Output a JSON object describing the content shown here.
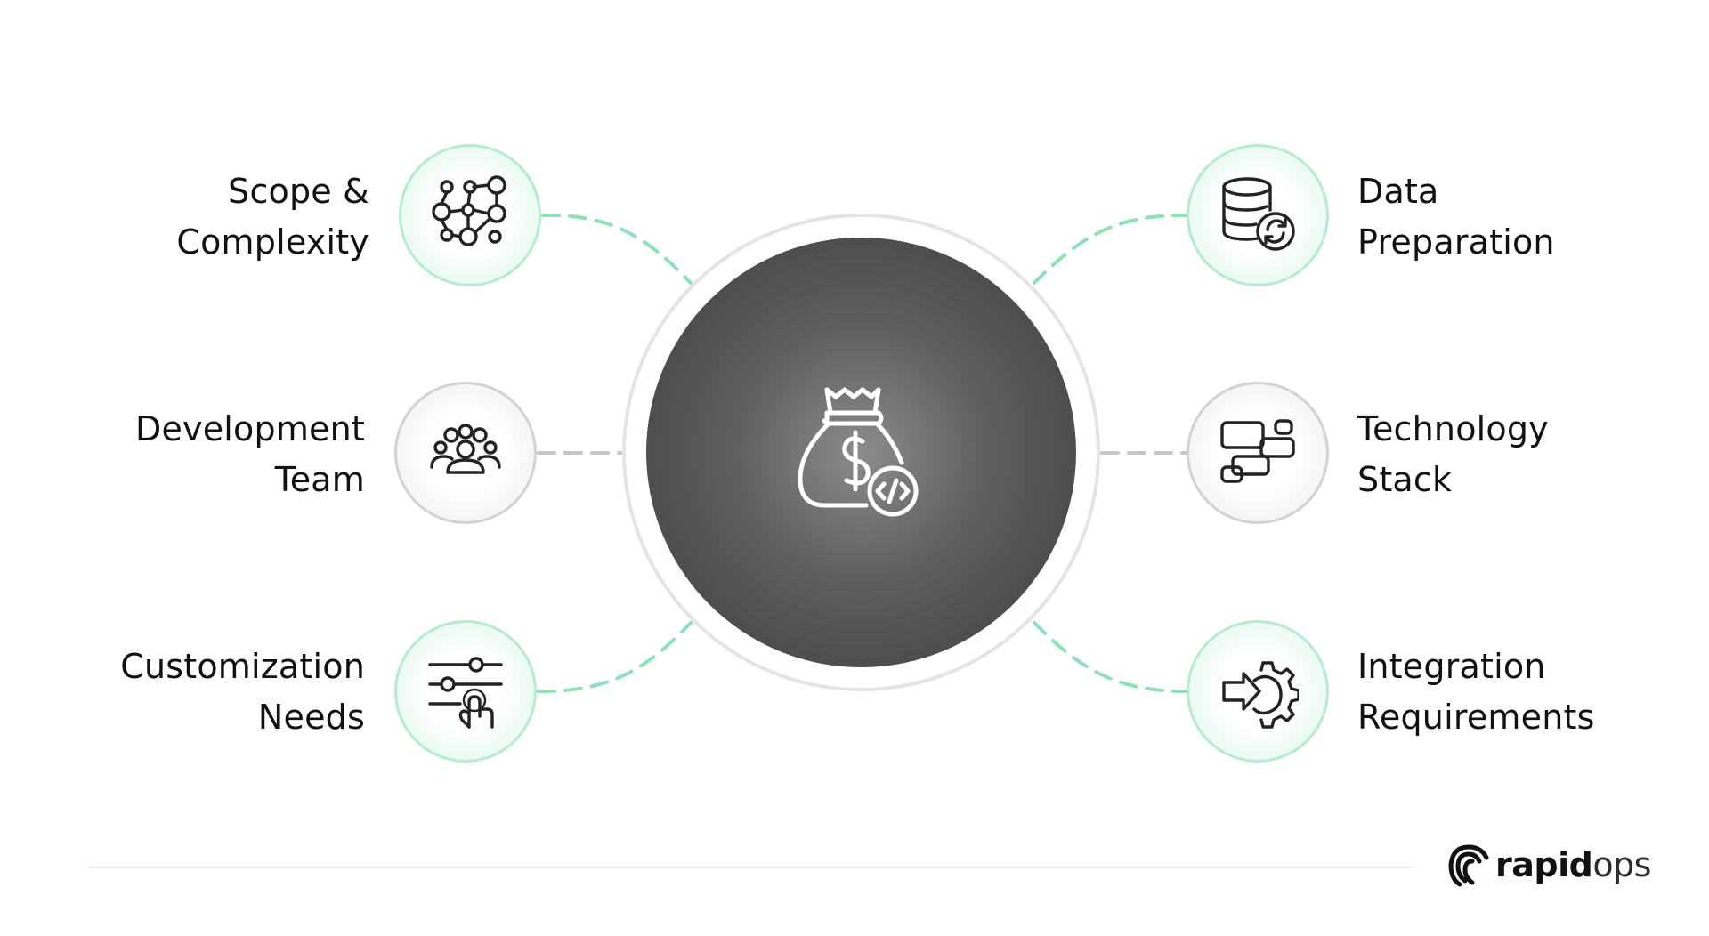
{
  "center": {
    "icon": "money-bag-code-icon"
  },
  "nodes": {
    "scope": {
      "line1": "Scope &",
      "line2": "Complexity",
      "icon": "network-graph-icon"
    },
    "team": {
      "line1": "Development",
      "line2": "Team",
      "icon": "team-icon"
    },
    "custom": {
      "line1": "Customization",
      "line2": "Needs",
      "icon": "sliders-pointer-icon"
    },
    "data": {
      "line1": "Data",
      "line2": "Preparation",
      "icon": "database-sync-icon"
    },
    "tech": {
      "line1": "Technology",
      "line2": "Stack",
      "icon": "stack-blocks-icon"
    },
    "integration": {
      "line1": "Integration",
      "line2": "Requirements",
      "icon": "arrow-gear-icon"
    }
  },
  "brand": {
    "bold": "rapid",
    "light": "ops",
    "icon": "rapidops-logo-icon"
  },
  "colors": {
    "accent_green": "#8fe0b6",
    "node_green_border": "#b6ebce",
    "node_grey_border": "#d2d2d2",
    "center_dark": "#3b3b3b"
  }
}
